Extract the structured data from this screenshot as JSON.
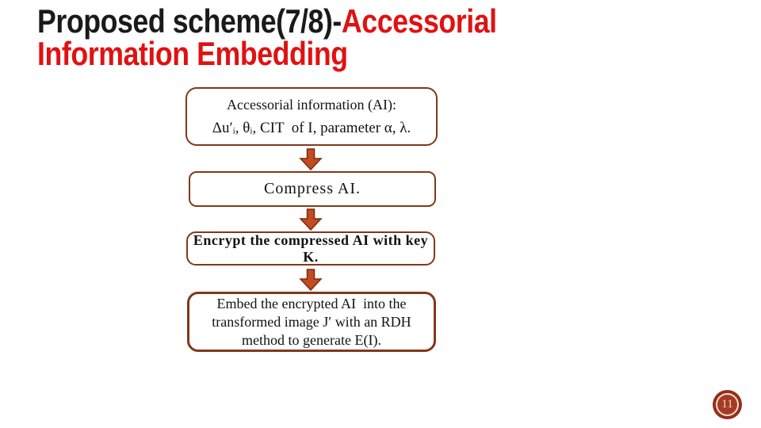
{
  "title": {
    "black_part": "Proposed scheme(7/8)-",
    "red_part": "Accessorial",
    "red_line2": "Information Embedding"
  },
  "flowchart": {
    "box1": {
      "lines": [
        "Accessorial information (AI):",
        "Δu′ᵢ, θᵢ, CIT  of I, parameter α, λ."
      ]
    },
    "box2": {
      "lines": [
        "Compress AI."
      ]
    },
    "box3": {
      "lines": [
        "Encrypt the compressed AI with key K."
      ]
    },
    "box4": {
      "lines": [
        "Embed the encrypted AI  into the",
        "transformed image J′ with an RDH",
        "method to generate E(I)."
      ]
    }
  },
  "page_number": "11",
  "colors": {
    "title_black": "#1a1a1a",
    "title_red": "#e11111",
    "box_border": "#80391a",
    "box_fill": "#ffffff",
    "arrow_fill": "#c24b22",
    "arrow_stroke": "#7c2a0e",
    "badge_ring": "#962d1e",
    "badge_fill": "#a53a26",
    "badge_cream": "#ede2c0"
  }
}
